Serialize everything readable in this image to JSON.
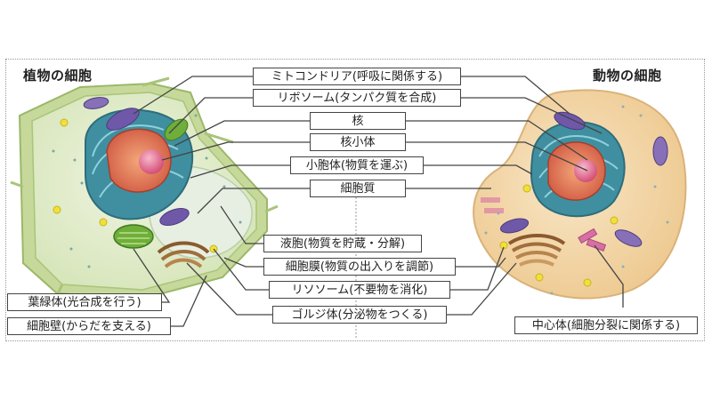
{
  "titles": {
    "plant": "植物の細胞",
    "animal": "動物の細胞"
  },
  "labels": {
    "mitochondria": "ミトコンドリア(呼吸に関係する)",
    "ribosome": "リボソーム(タンパク質を合成)",
    "nucleus": "核",
    "nucleolus": "核小体",
    "vesicle": "小胞体(物質を運ぶ)",
    "cytoplasm": "細胞質",
    "vacuole": "液胞(物質を貯蔵・分解)",
    "membrane": "細胞膜(物質の出入りを調節)",
    "lysosome": "リソソーム(不要物を消化)",
    "golgi": "ゴルジ体(分泌物をつくる)",
    "chloroplast": "葉緑体(光合成を行う)",
    "cellwall": "細胞壁(からだを支える)",
    "centrosome": "中心体(細胞分裂に関係する)"
  },
  "colors": {
    "plant_wall": "#c9dba0",
    "plant_cytoplasm": "#e4eed0",
    "animal_cytoplasm": "#f4dcb4",
    "er": "#3f8fa0",
    "nucleus": "#d9604a",
    "nucleolus": "#e06c8c",
    "mitochondria": "#7058a8",
    "chloroplast": "#6fae3a",
    "golgi": "#8a5a2e",
    "lysosome": "#f2e03a"
  }
}
